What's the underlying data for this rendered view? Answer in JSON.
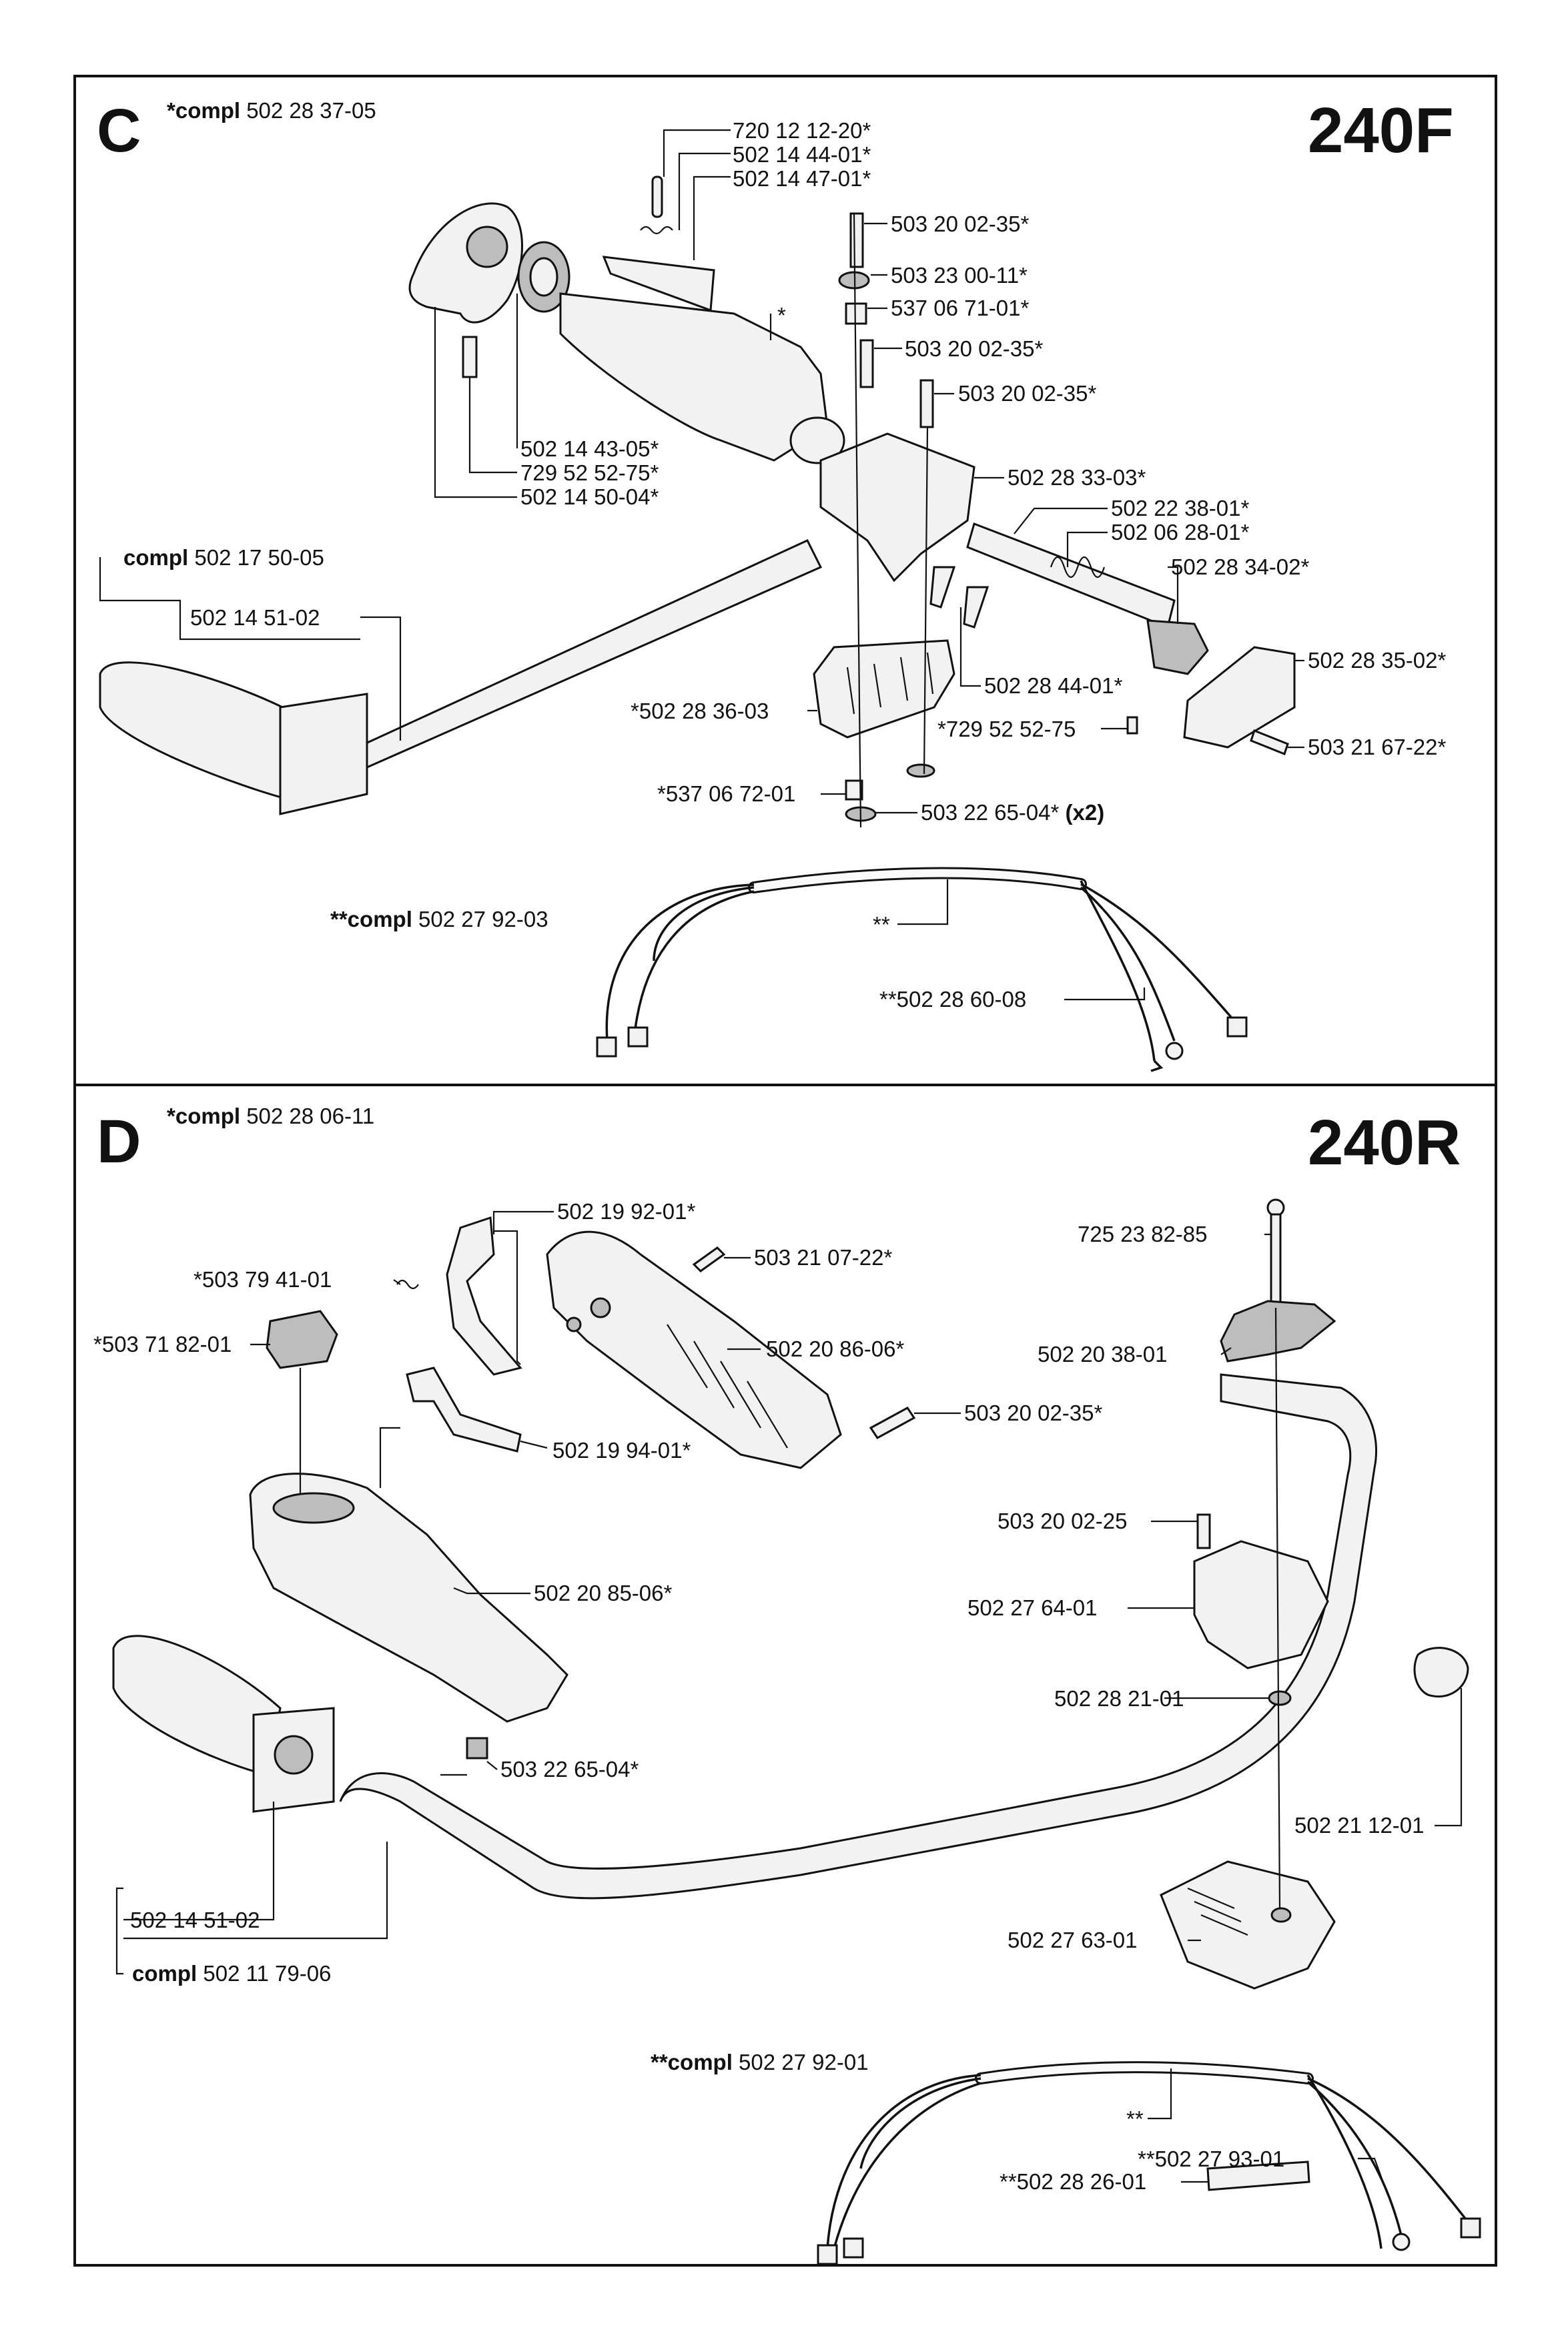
{
  "section_c": {
    "letter": "C",
    "model": "240F",
    "compl_prefix": "*compl",
    "compl_number": "502 28 37-05",
    "parts": {
      "p01": "720 12 12-20*",
      "p02": "502 14 44-01*",
      "p03": "502 14 47-01*",
      "p04": "503 20 02-35*",
      "p05": "503 23 00-11*",
      "p06": "537 06 71-01*",
      "p07": "503 20 02-35*",
      "p08": "503 20 02-35*",
      "p09": "*",
      "p10": "502 14 43-05*",
      "p11": "729 52 52-75*",
      "p12": "502 14 50-04*",
      "p13": "502 28 33-03*",
      "p14": "502 22 38-01*",
      "p15": "502 06 28-01*",
      "p16": "502 28 34-02*",
      "p17": "502 14 51-02",
      "p18": "502 28 35-02*",
      "p19": "502 28 44-01*",
      "p20": "*502 28 36-03",
      "p21": "*729 52 52-75",
      "p22": "503 21 67-22*",
      "p23": "*537 06 72-01",
      "p24_num": "503 22 65-04*",
      "p24_qty": "(x2)",
      "p25": "**",
      "p26": "**502 28 60-08"
    },
    "compl_handle_prefix": "compl",
    "compl_handle_number": "502 17 50-05",
    "compl_cable_prefix": "**compl",
    "compl_cable_number": "502 27 92-03"
  },
  "section_d": {
    "letter": "D",
    "model": "240R",
    "compl_prefix": "*compl",
    "compl_number": "502 28 06-11",
    "parts": {
      "p01": "502 19 92-01*",
      "p02": "*503 79 41-01",
      "p03": "503 21 07-22*",
      "p04": "*503 71 82-01",
      "p05": "502 20 86-06*",
      "p06": "503 20 02-35*",
      "p07": "502 19 94-01*",
      "p08": "502 20 85-06*",
      "p09": "503 22 65-04*",
      "p10": "725 23 82-85",
      "p11": "502 20 38-01",
      "p12": "503 20 02-25",
      "p13": "502 27 64-01",
      "p14": "502 28 21-01",
      "p15": "502 21 12-01",
      "p16": "502 14 51-02",
      "p17": "502 27 63-01",
      "p18": "**",
      "p19": "**502 27 93-01",
      "p20": "**502 28 26-01"
    },
    "compl_handle_prefix": "compl",
    "compl_handle_number": "502 11 79-06",
    "compl_cable_prefix": "**compl",
    "compl_cable_number": "502 27 92-01"
  }
}
